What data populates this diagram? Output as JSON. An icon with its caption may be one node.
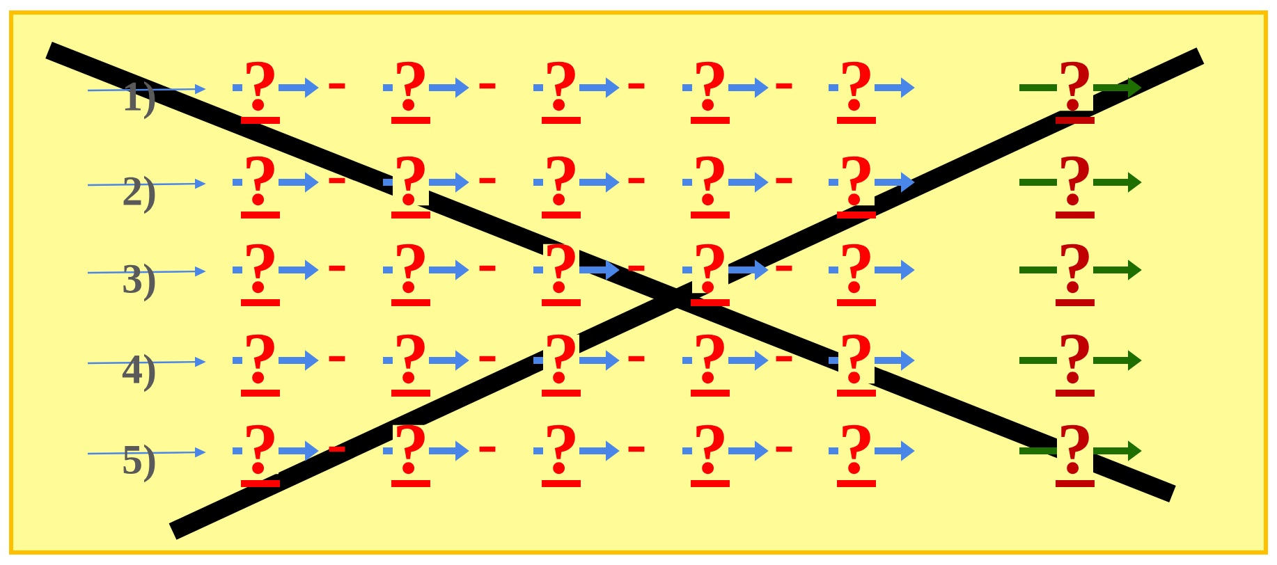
{
  "diagram": {
    "labels": [
      "1)",
      "?",
      "-",
      "?",
      "-",
      "?",
      "-",
      "?",
      "-",
      "?",
      "?",
      "2)",
      "?",
      "-",
      "?",
      "-",
      "?",
      "-",
      "?",
      "-",
      "?",
      "?",
      "3)",
      "?",
      "-",
      "?",
      "-",
      "?",
      "-",
      "?",
      "-",
      "?",
      "?",
      "4)",
      "?",
      "-",
      "?",
      "-",
      "?",
      "-",
      "?",
      "-",
      "?",
      "?",
      "5)",
      "?",
      "-",
      "?",
      "-",
      "?",
      "-",
      "?",
      "-",
      "?",
      "?"
    ]
  }
}
